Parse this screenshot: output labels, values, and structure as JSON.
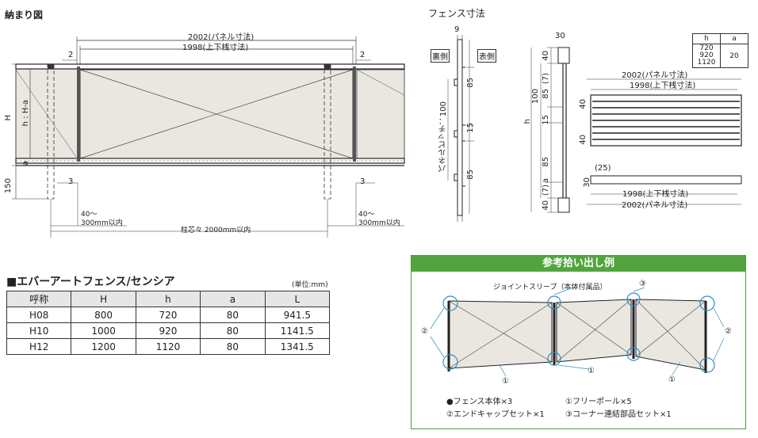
{
  "left_title": "納まり図",
  "right_title": "フェンス寸法",
  "elevation": {
    "panel_dim": "2002(パネル寸法)",
    "rail_dim": "1998(上下桟寸法)",
    "gap_left": "2",
    "gap_right": "2",
    "foot_left": "3",
    "foot_right": "3",
    "H": "H",
    "h_label": "h : H-a",
    "a": "a",
    "embed": "150",
    "pitch_left": "40～\n300mm以内",
    "pitch_right": "40～\n300mm以内",
    "post_pitch": "柱芯々 2000mm以内"
  },
  "section": {
    "top9": "9",
    "ura": "裏側",
    "omote": "表側",
    "d85a": "85",
    "d15": "15",
    "d85b": "85",
    "pitch": "パネルピッチ：100"
  },
  "side": {
    "t30": "30",
    "d40a": "40",
    "d7a": "(7)",
    "d85a": "85",
    "d100": "100",
    "d15": "15",
    "d85b": "85",
    "da": "a",
    "d7b": "(7)",
    "d40b": "40",
    "h": "h"
  },
  "front": {
    "panel_dim": "2002(パネル寸法)",
    "rail_dim": "1998(上下桟寸法)",
    "d40a": "40",
    "d40b": "40",
    "d25": "(25)",
    "d30": "30",
    "rail_dim2": "1998(上下桟寸法)",
    "panel_dim2": "2002(パネル寸法)"
  },
  "small_table": {
    "headers": [
      "h",
      "a"
    ],
    "h_values": [
      "720",
      "920",
      "1120"
    ],
    "a_value": "20"
  },
  "spec": {
    "title": "■エバーアートフェンス/センシア",
    "unit": "(単位:mm)",
    "headers": [
      "呼称",
      "H",
      "h",
      "a",
      "L"
    ],
    "rows": [
      [
        "H08",
        "800",
        "720",
        "80",
        "941.5"
      ],
      [
        "H10",
        "1000",
        "920",
        "80",
        "1141.5"
      ],
      [
        "H12",
        "1200",
        "1120",
        "80",
        "1341.5"
      ]
    ]
  },
  "example": {
    "title": "参考拾い出し例",
    "joint": "ジョイントスリーブ（本体付属品）",
    "c1": "①",
    "c2": "②",
    "c3": "③",
    "legend1": "●フェンス本体×3",
    "legend2": "①フリーポール×5",
    "legend3": "②エンドキャップセット×1",
    "legend4": "③コーナー連結部品セット×1"
  }
}
